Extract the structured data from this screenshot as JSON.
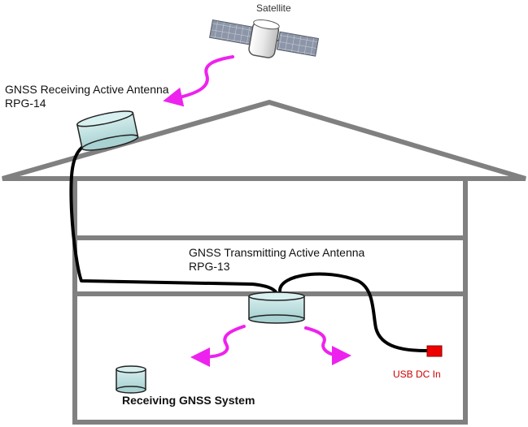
{
  "labels": {
    "satellite": "Satellite",
    "receiving_antenna_name": "GNSS Receiving Active Antenna",
    "receiving_antenna_model": "RPG-14",
    "transmitting_antenna_name": "GNSS Transmitting Active Antenna",
    "transmitting_antenna_model": "RPG-13",
    "usb_dc_in": "USB DC In",
    "receiving_system": "Receiving GNSS System"
  },
  "colors": {
    "house_outline": "#808080",
    "signal_arrow": "#ee22ee",
    "antenna_fill": "#c9e6e6",
    "cable": "#000000",
    "usb_connector": "#ee0000",
    "usb_label": "#cc0000",
    "solar_panel": "#8c96a8"
  }
}
